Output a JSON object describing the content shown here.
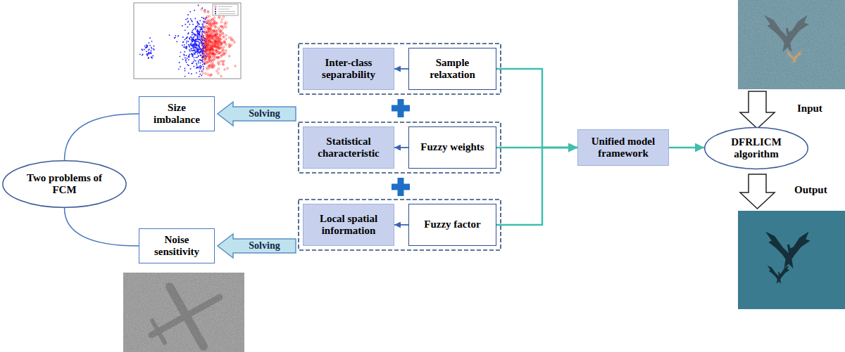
{
  "diagram": {
    "nodes": [
      {
        "text": [
          "Inter-class separability"
        ]
      },
      {
        "text": [
          "Sample relaxation"
        ]
      },
      {
        "text": [
          "Statistical characteristic"
        ]
      },
      {
        "text": [
          "Fuzzy weights"
        ]
      },
      {
        "text": [
          "Local spatial information"
        ]
      },
      {
        "text": [
          "Fuzzy factor"
        ]
      },
      {
        "text": [
          "Size imbalance"
        ]
      },
      {
        "text": [
          "Noise sensitivity"
        ]
      },
      {
        "text": [
          "Two problems of FCM"
        ]
      },
      {
        "text": [
          "Unified model framework"
        ]
      },
      {
        "text": [
          "DFRLICM algorithm"
        ]
      }
    ],
    "edges": [
      {
        "from": 1,
        "to": 0,
        "arrow": "to"
      },
      {
        "from": 3,
        "to": 2,
        "arrow": "to"
      },
      {
        "from": 5,
        "to": 4,
        "arrow": "to"
      },
      {
        "from": 0,
        "to": 6,
        "label": "Solving",
        "arrow": "to"
      },
      {
        "from": 4,
        "to": 7,
        "label": "Solving",
        "arrow": "to"
      },
      {
        "from": 1,
        "to": 9,
        "arrow": "to"
      },
      {
        "from": 3,
        "to": 9,
        "arrow": "to"
      },
      {
        "from": 5,
        "to": 9,
        "arrow": "to"
      },
      {
        "from": 9,
        "to": 10,
        "arrow": "to"
      },
      {
        "from": 8,
        "to": 6,
        "arrow": "none"
      },
      {
        "from": 8,
        "to": 7,
        "arrow": "none"
      }
    ],
    "labels": [
      "Input",
      "Output"
    ]
  }
}
